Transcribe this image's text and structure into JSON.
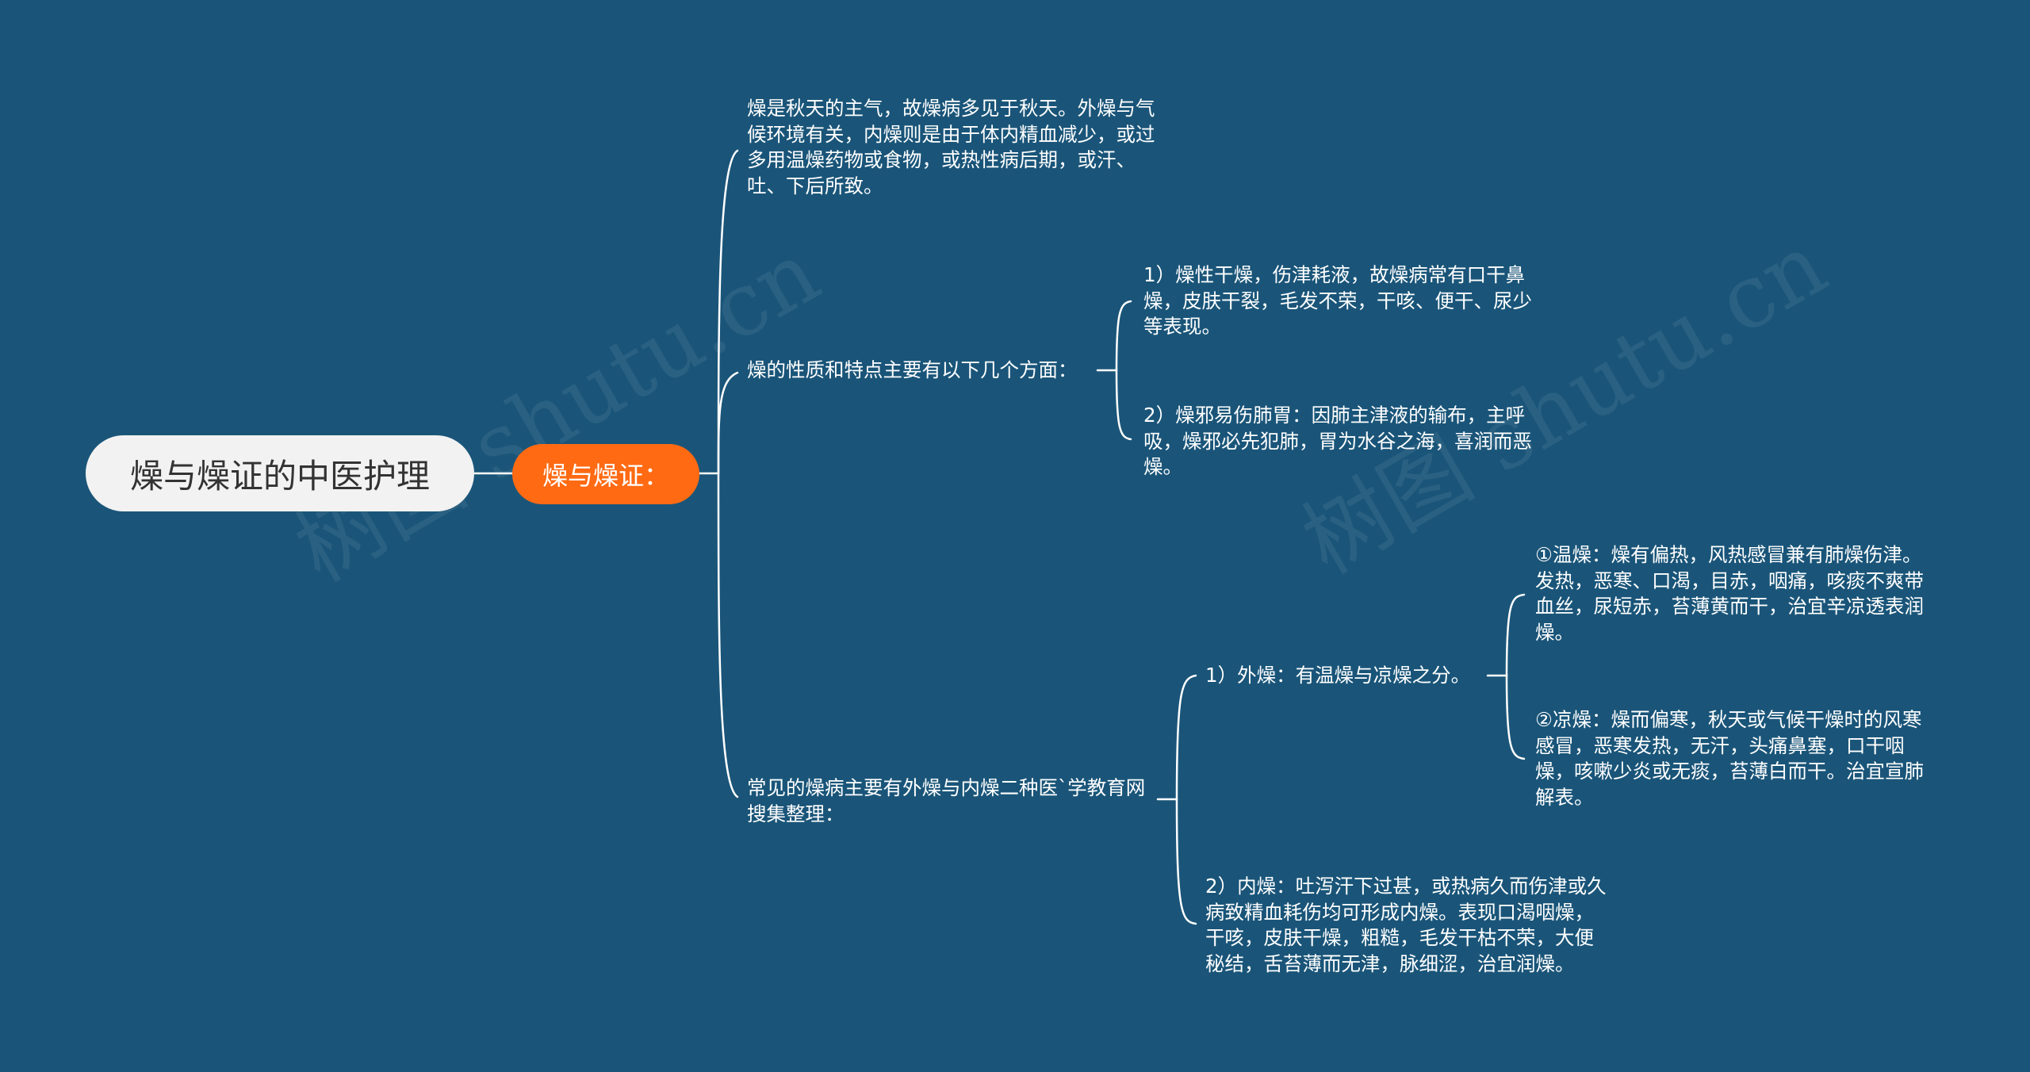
{
  "root": {
    "label": "燥与燥证的中医护理"
  },
  "branch": {
    "label": "燥与燥证："
  },
  "nodes": {
    "intro": "燥是秋天的主气，故燥病多见于秋天。外燥与气候环境有关，内燥则是由于体内精血减少，或过多用温燥药物或食物，或热性病后期，或汗、吐、下后所致。",
    "nature": {
      "label": "燥的性质和特点主要有以下几个方面：",
      "item1": "1）燥性干燥，伤津耗液，故燥病常有口干鼻燥，皮肤干裂，毛发不荣，干咳、便干、尿少等表现。",
      "item2": "2）燥邪易伤肺胃：因肺主津液的输布，主呼吸，燥邪必先犯肺，胃为水谷之海，喜润而恶燥。"
    },
    "common": {
      "label": "常见的燥病主要有外燥与内燥二种医`学教育网搜集整理：",
      "external": {
        "label": "1）外燥：有温燥与凉燥之分。",
        "warm": "①温燥：燥有偏热，风热感冒兼有肺燥伤津。发热，恶寒、口渴，目赤，咽痛，咳痰不爽带血丝，尿短赤，苔薄黄而干，治宜辛凉透表润燥。",
        "cool": "②凉燥：燥而偏寒，秋天或气候干燥时的风寒感冒，恶寒发热，无汗，头痛鼻塞，口干咽燥，咳嗽少炎或无痰，苔薄白而干。治宜宣肺解表。"
      },
      "internal": "2）内燥：吐泻汗下过甚，或热病久而伤津或久病致精血耗伤均可形成内燥。表现口渴咽燥，干咳，皮肤干燥，粗糙，毛发干枯不荣，大便秘结，舌苔薄而无津，脉细涩，治宜润燥。"
    }
  },
  "watermark": {
    "text": "树图 shutu.cn"
  },
  "colors": {
    "background": "#1a5579",
    "root_fill": "#f2f2f2",
    "branch_fill": "#ff6a13",
    "line": "#ffffff"
  }
}
